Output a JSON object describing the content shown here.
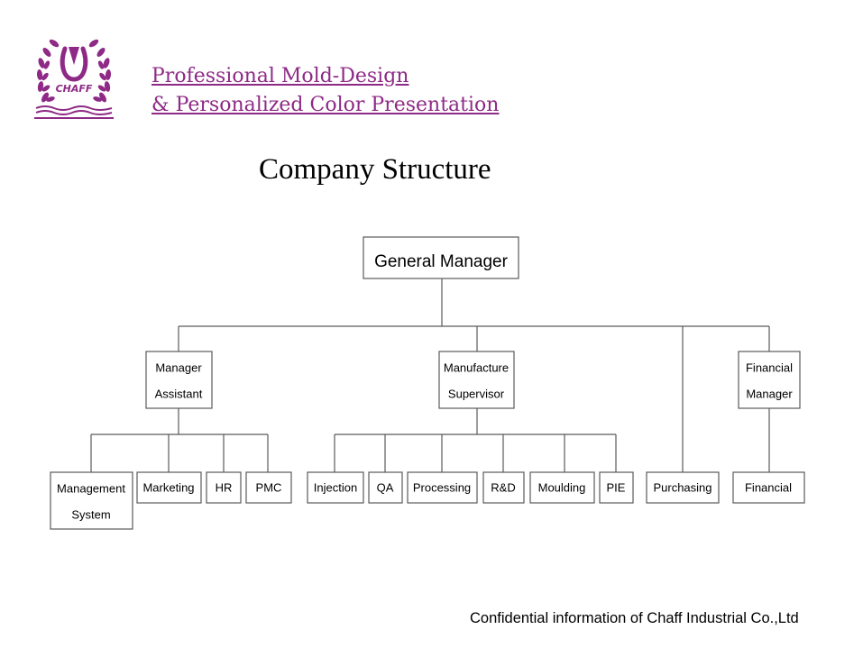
{
  "header": {
    "tagline_line1": "Professional Mold-Design",
    "tagline_line2": "& Personalized Color Presentation",
    "logo_text": "CHAFF",
    "brand_color": "#8e2a86"
  },
  "title": "Company Structure",
  "org_chart": {
    "root": [
      "General Manager"
    ],
    "level1": [
      {
        "id": "manager_assistant",
        "lines": [
          "Manager",
          "Assistant"
        ]
      },
      {
        "id": "manufacture_supervisor",
        "lines": [
          "Manufacture",
          "Supervisor"
        ]
      },
      {
        "id": "purchasing",
        "lines": [
          "Purchasing"
        ]
      },
      {
        "id": "financial_manager",
        "lines": [
          "Financial",
          "Manager"
        ]
      }
    ],
    "departments": [
      {
        "id": "management_system",
        "parent": "manager_assistant",
        "lines": [
          "Management",
          "System"
        ]
      },
      {
        "id": "marketing",
        "parent": "manager_assistant",
        "lines": [
          "Marketing"
        ]
      },
      {
        "id": "hr",
        "parent": "manager_assistant",
        "lines": [
          "HR"
        ]
      },
      {
        "id": "pmc",
        "parent": "manager_assistant",
        "lines": [
          "PMC"
        ]
      },
      {
        "id": "injection",
        "parent": "manufacture_supervisor",
        "lines": [
          "Injection"
        ]
      },
      {
        "id": "qa",
        "parent": "manufacture_supervisor",
        "lines": [
          "QA"
        ]
      },
      {
        "id": "processing",
        "parent": "manufacture_supervisor",
        "lines": [
          "Processing"
        ]
      },
      {
        "id": "rnd",
        "parent": "manufacture_supervisor",
        "lines": [
          "R&D"
        ]
      },
      {
        "id": "moulding",
        "parent": "manufacture_supervisor",
        "lines": [
          "Moulding"
        ]
      },
      {
        "id": "pie",
        "parent": "manufacture_supervisor",
        "lines": [
          "PIE"
        ]
      },
      {
        "id": "financial",
        "parent": "financial_manager",
        "lines": [
          "Financial"
        ]
      }
    ]
  },
  "footer": "Confidential information of Chaff Industrial Co.,Ltd"
}
